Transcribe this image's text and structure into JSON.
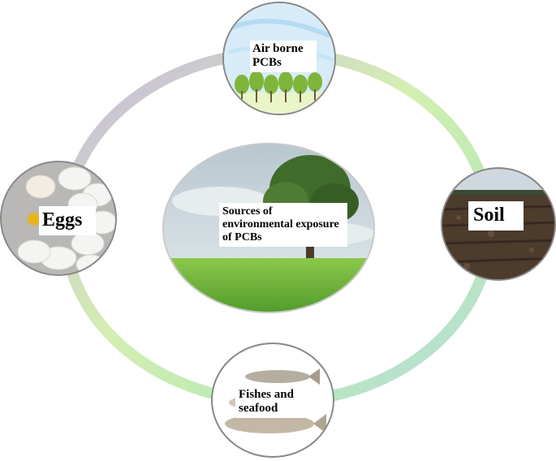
{
  "center": {
    "label": "Sources of environmental exposure of PCBs"
  },
  "nodes": [
    {
      "id": "air",
      "label": "Air borne PCBs",
      "picture": "trees-icon"
    },
    {
      "id": "soil",
      "label": "Soil",
      "picture": "soil-icon"
    },
    {
      "id": "fish",
      "label": "Fishes and seafood",
      "picture": "fish-icon"
    },
    {
      "id": "eggs",
      "label": "Eggs",
      "picture": "egg-icon"
    }
  ],
  "colors": {
    "ring_top_left": "#c8b4e0",
    "ring_top_right": "#d2efb0",
    "ring_bottom_right": "#b9eab8",
    "ring_bottom_left": "#b8d6ef",
    "grass": "#6db33f",
    "sky": "#c9d8df",
    "soil": "#4a3a2c"
  }
}
